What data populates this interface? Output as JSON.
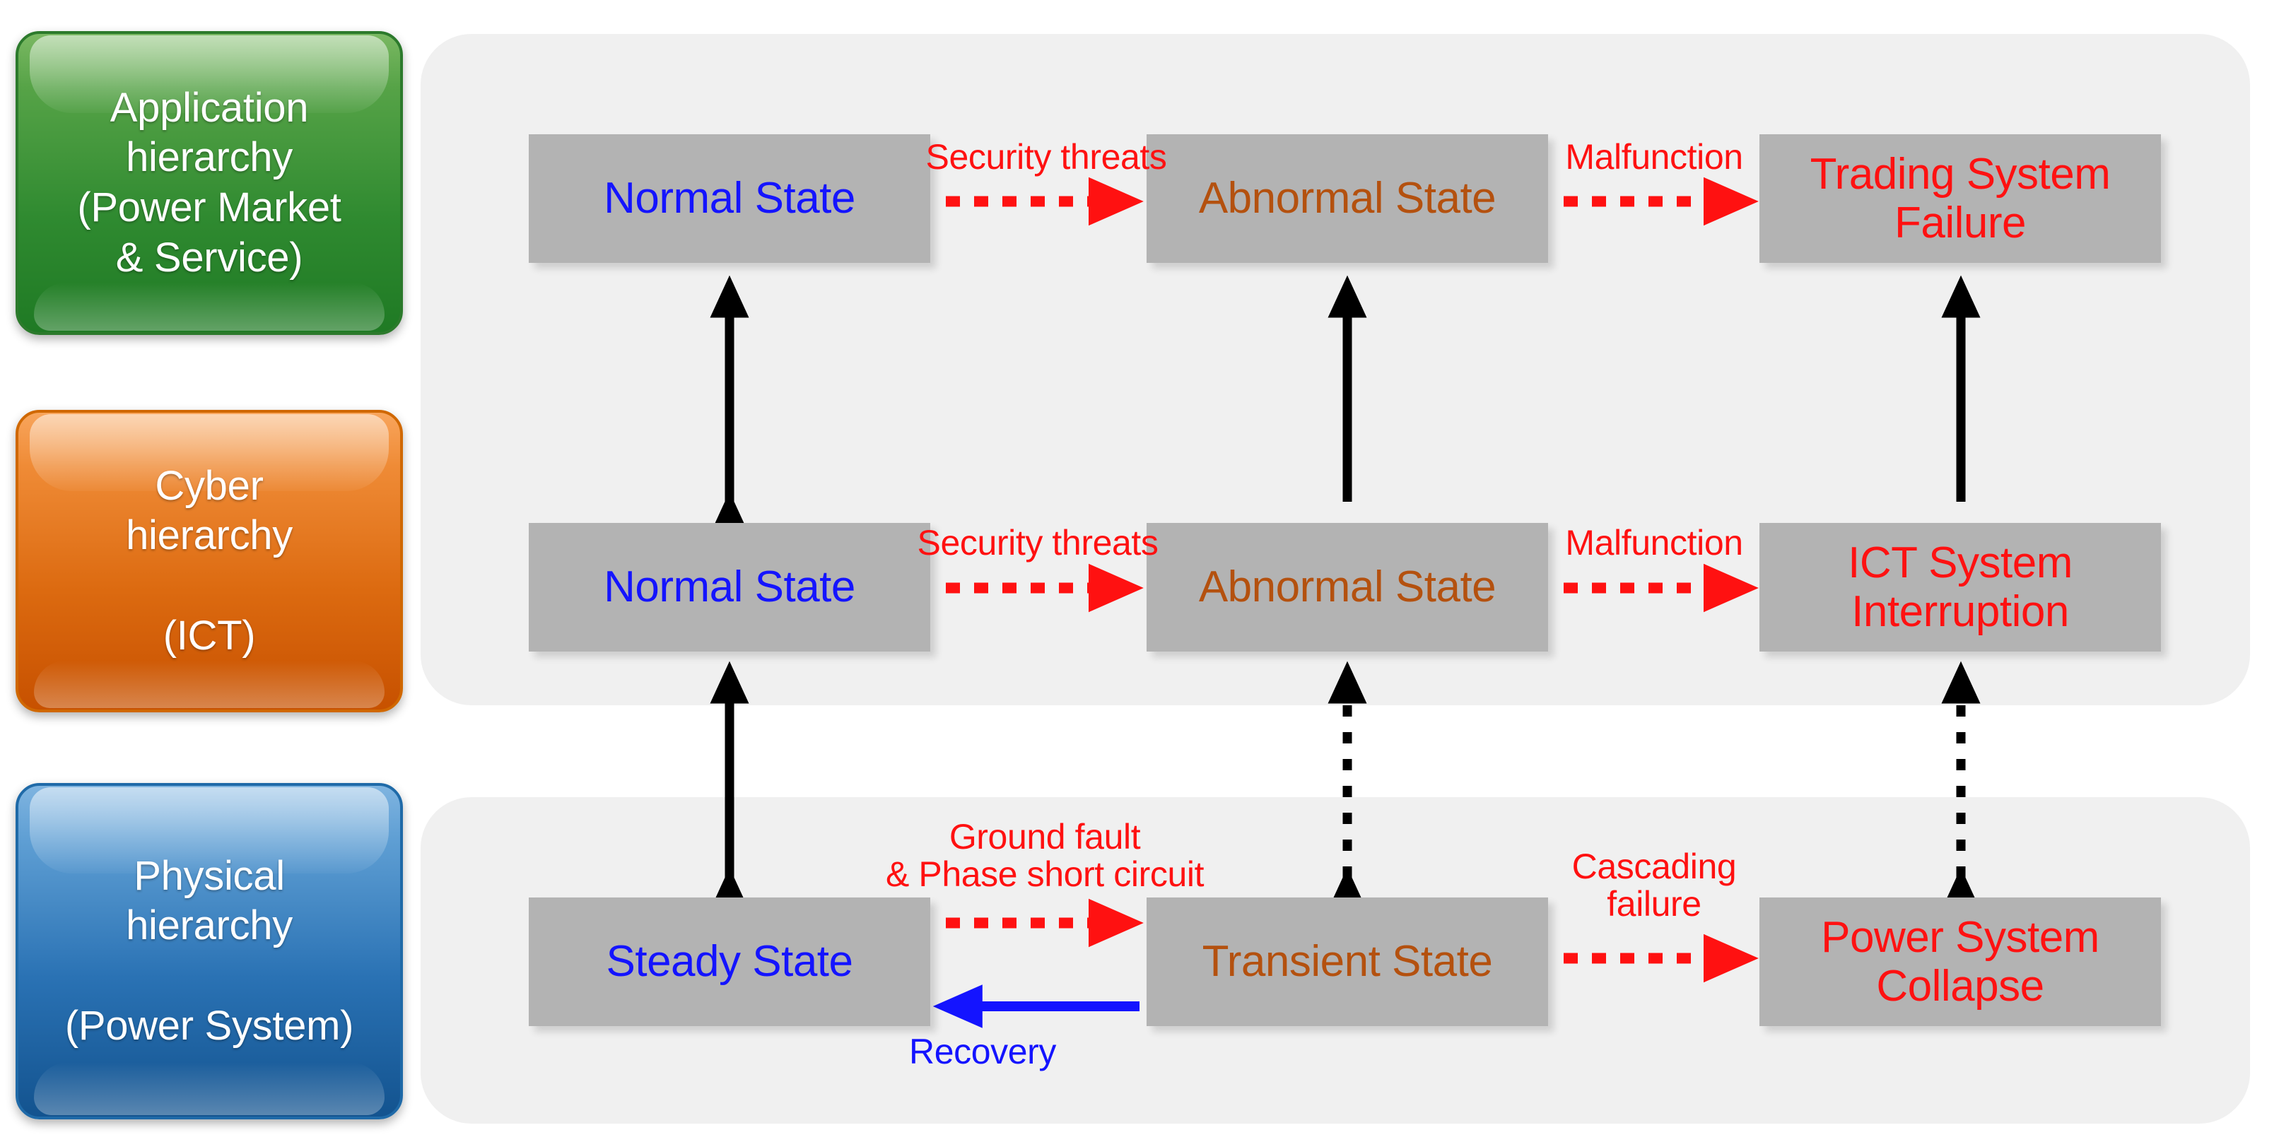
{
  "hierarchies": [
    {
      "id": "application",
      "line1": "Application",
      "line2": "hierarchy",
      "line3": "(Power Market",
      "line4": "& Service)",
      "color": "#2f8a30"
    },
    {
      "id": "cyber",
      "line1": "Cyber",
      "line2": "hierarchy",
      "line3": "(ICT)",
      "line4": "",
      "color": "#dc6a10"
    },
    {
      "id": "physical",
      "line1": "Physical",
      "line2": "hierarchy",
      "line3": "(Power System)",
      "line4": "",
      "color": "#2a72b4"
    }
  ],
  "states": {
    "app_normal": "Normal State",
    "app_abnormal": "Abnormal State",
    "app_failure": "Trading System\nFailure",
    "cyber_normal": "Normal State",
    "cyber_abnormal": "Abnormal State",
    "cyber_failure": "ICT System\nInterruption",
    "phys_normal": "Steady State",
    "phys_abnormal": "Transient State",
    "phys_failure": "Power System\nCollapse"
  },
  "edge_labels": {
    "app_security_threats": "Security threats",
    "app_malfunction": "Malfunction",
    "cyber_security_threats": "Security threats",
    "cyber_malfunction": "Malfunction",
    "phys_fault": "Ground fault\n& Phase short circuit",
    "phys_cascading": "Cascading\nfailure",
    "phys_recovery": "Recovery"
  },
  "colors": {
    "normal_state_text": "#1414ff",
    "abnormal_state_text": "#b4510f",
    "failure_state_text": "#ff1111",
    "threat_label": "#ff1111",
    "recovery_label": "#1414ff",
    "state_box_fill": "#b3b3b3",
    "panel_fill": "#f0f0f0",
    "coupling_arrow": "#000000"
  }
}
